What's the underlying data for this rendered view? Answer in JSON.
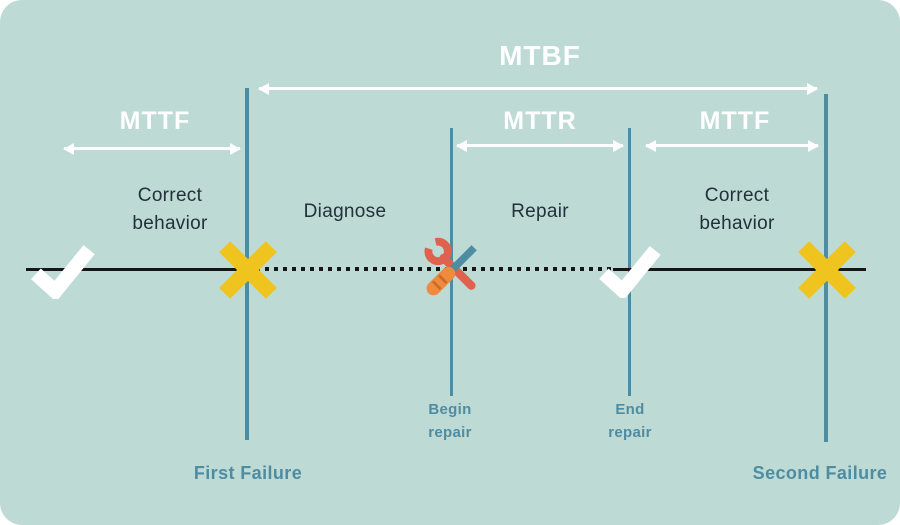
{
  "diagram": {
    "metrics": {
      "mtbf": "MTBF",
      "mttf_left": "MTTF",
      "mttr": "MTTR",
      "mttf_right": "MTTF"
    },
    "phases": {
      "correct_left": "Correct behavior",
      "diagnose": "Diagnose",
      "repair": "Repair",
      "correct_right": "Correct behavior"
    },
    "events": {
      "begin_repair": "Begin repair",
      "end_repair": "End repair",
      "first_failure": "First Failure",
      "second_failure": "Second Failure"
    },
    "icons": {
      "correct_left": "check-icon",
      "first_failure": "x-icon",
      "repair": "wrench-screwdriver-icon",
      "end_repair": "check-icon",
      "second_failure": "x-icon"
    },
    "colors": {
      "background": "#bedad5",
      "accent_teal": "#4e8ca2",
      "failure_yellow": "#f0c41f",
      "timeline_black": "#161616",
      "text_dark": "#22313a",
      "white": "#ffffff",
      "wrench_red": "#e0614d",
      "handle_orange": "#ef8b3d"
    }
  }
}
